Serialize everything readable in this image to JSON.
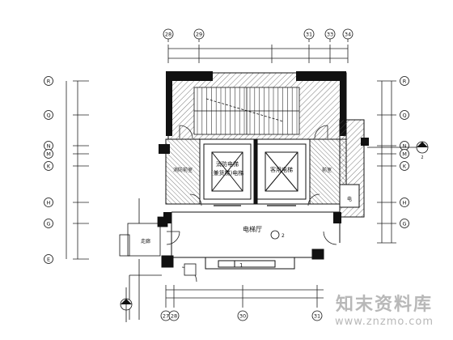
{
  "grid": {
    "top_labels": [
      "28",
      "29",
      "31",
      "33",
      "34"
    ],
    "bottom_labels": [
      "27",
      "28",
      "30",
      "31"
    ],
    "left_labels": [
      "R",
      "Q",
      "N",
      "M",
      "K",
      "H",
      "G",
      "E"
    ],
    "right_labels": [
      "R",
      "Q",
      "N",
      "M",
      "K",
      "H",
      "G"
    ]
  },
  "rooms": {
    "elevator_left": "消防电梯",
    "elevator_left_sub": "(兼货梯)电梯",
    "elevator_right": "客用电梯",
    "lobby": "电梯厅",
    "left_room": "消防前室",
    "right_room": "前室",
    "small_room": "电",
    "corridor_label": "走廊"
  },
  "marks": {
    "section_left": "2",
    "section_right": "2",
    "detail_bottom": "1"
  },
  "watermark": {
    "line1": "知末资料库",
    "line2": "www.znzmo.com"
  }
}
